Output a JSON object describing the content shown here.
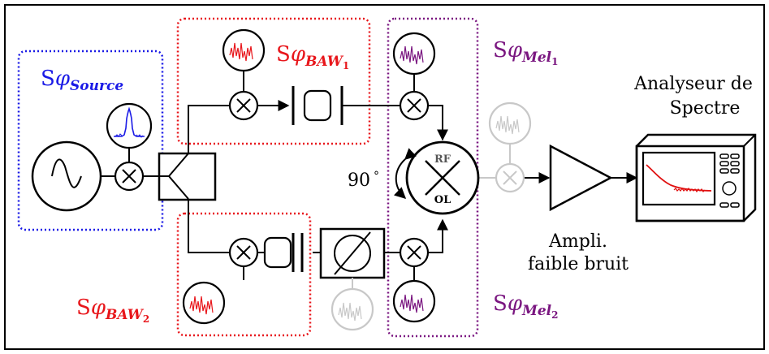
{
  "colors": {
    "black": "#000000",
    "red": "#e8161b",
    "blue": "#1a1ae6",
    "purple": "#7a1680",
    "grey": "#c8c8c8",
    "screen_trace": "#e01010"
  },
  "icons": [
    "signal-generator-icon",
    "mixer-icon",
    "spectrum-icon",
    "baw-resonator-icon",
    "phase-shifter-icon",
    "amplifier-icon",
    "spectrum-analyzer-icon",
    "noise-source-icon"
  ],
  "labels": {
    "s_source": {
      "s": "S",
      "phi": "φ",
      "sub": "Source"
    },
    "s_baw1": {
      "s": "S",
      "phi": "φ",
      "sub": "BAW",
      "idx": "1"
    },
    "s_baw2": {
      "s": "S",
      "phi": "φ",
      "sub": "BAW",
      "idx": "2"
    },
    "s_mel1": {
      "s": "S",
      "phi": "φ",
      "sub": "Mel",
      "idx": "1"
    },
    "s_mel2": {
      "s": "S",
      "phi": "φ",
      "sub": "Mel",
      "idx": "2"
    },
    "analyser_line1": "Analyseur de",
    "analyser_line2": "Spectre",
    "ampli_line1": "Ampli.",
    "ampli_line2": "faible bruit",
    "angle": "90",
    "angle_unit": "°",
    "rf": "RF",
    "ol": "OL"
  }
}
